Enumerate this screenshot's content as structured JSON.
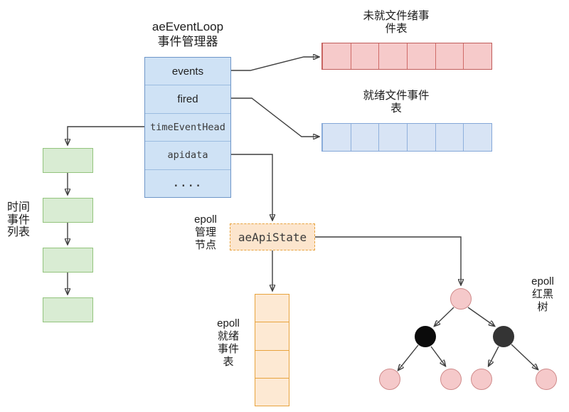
{
  "title": "aeEventLoop\n事件管理器",
  "event_loop": {
    "rows": [
      "events",
      "fired",
      "timeEventHead",
      "apidata",
      "...."
    ]
  },
  "pending_table": {
    "label": "未就文件绪事\n件表",
    "cell_count": 6
  },
  "ready_table": {
    "label": "就绪文件事件\n表",
    "cell_count": 6
  },
  "time_list": {
    "label": "时间\n事件\n列表",
    "node_count": 4
  },
  "api_state": {
    "box_label": "aeApiState",
    "side_label": "epoll\n管理\n节点"
  },
  "epoll_ready_table": {
    "label": "epoll\n就绪\n事件\n表",
    "cell_count": 4
  },
  "rb_tree": {
    "label": "epoll\n红黑\n树",
    "red_node_count": 5,
    "black_node_count": 2
  },
  "colors": {
    "loop_fill": "#cfe2f5",
    "loop_border": "#6e96c8",
    "pending_fill": "#f6caca",
    "pending_border": "#c05c5a",
    "ready_fill": "#d8e4f5",
    "ready_border": "#84a7d8",
    "time_fill": "#d9ecd3",
    "time_border": "#93c47d",
    "orange_fill": "#fce5cd",
    "orange_border": "#e8a33d",
    "pink_node_fill": "#f5c9ca",
    "pink_node_border": "#cf8a8a",
    "black_node": "#0b0b0b",
    "dark_node": "#343434",
    "connector": "#3f3f3f"
  }
}
